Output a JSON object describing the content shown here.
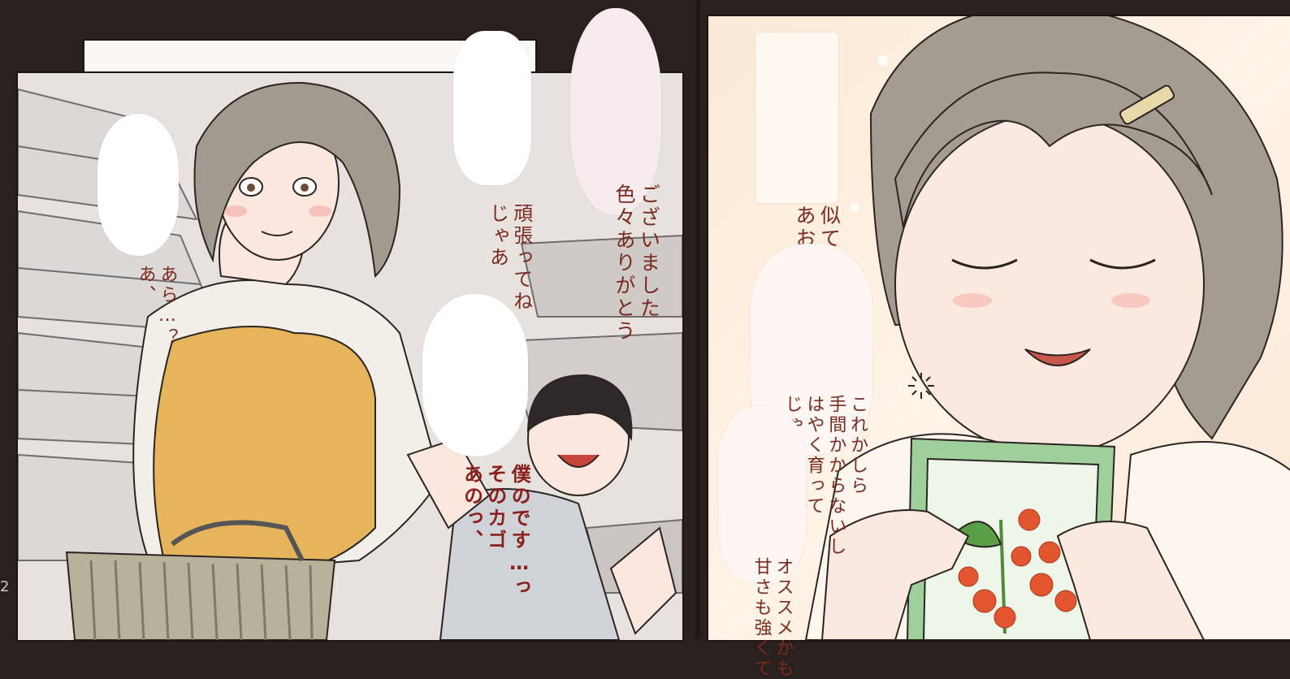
{
  "dialogue": {
    "b1": [
      "あ、",
      "あら…？"
    ],
    "b2": [
      "じゃあ",
      "頑張ってね"
    ],
    "b3": [
      "色々ありがとう",
      "ございました"
    ],
    "b4": [
      "あのっ、",
      "そのカゴ",
      "僕のです…っ"
    ],
    "b5": [
      "あおいに",
      "似てるかも"
    ],
    "b6": [
      "じゃあ最初は",
      "はやく育って",
      "手間かからないし",
      "これかしら"
    ],
    "b7": [
      "甘さも強くて",
      "オススメかも"
    ]
  },
  "page_number": "2"
}
